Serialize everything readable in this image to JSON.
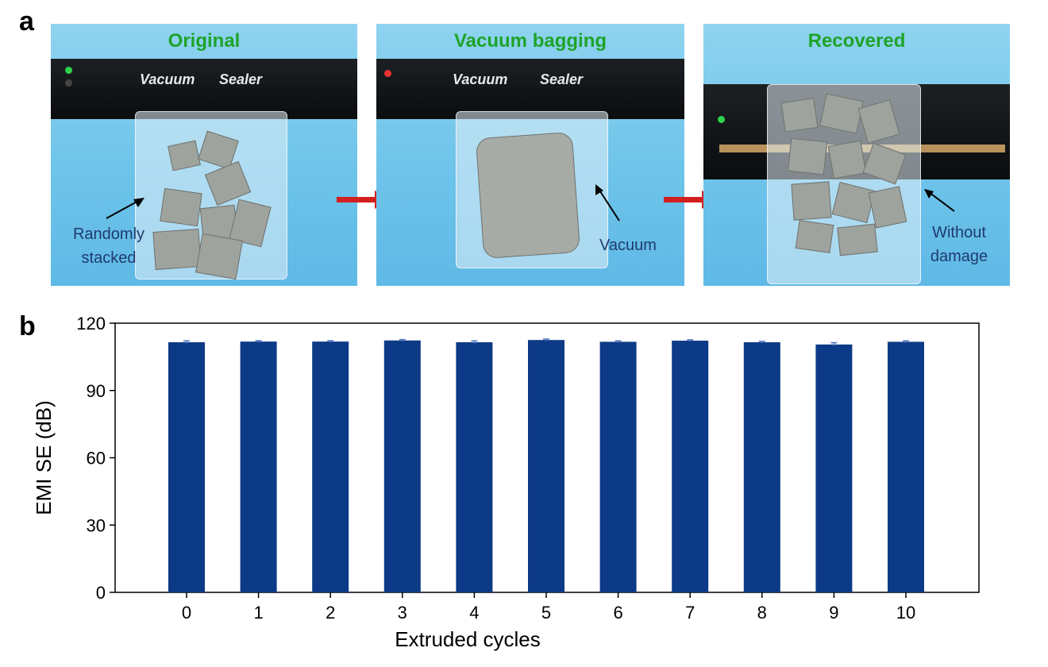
{
  "panel_a": {
    "letter": "a",
    "photos": [
      {
        "title": "Original",
        "brand_left": "Vacuum",
        "brand_right": "Sealer",
        "annotation_lines": [
          "Randomly",
          "stacked"
        ]
      },
      {
        "title": "Vacuum bagging",
        "brand_left": "Vacuum",
        "brand_right": "Sealer",
        "annotation_lines": [
          "Vacuum"
        ]
      },
      {
        "title": "Recovered",
        "annotation_lines": [
          "Without",
          "damage"
        ]
      }
    ],
    "colors": {
      "title_green": "#1fa32a",
      "arrow_red": "#d31f1f",
      "annotation_blue": "#1f3a6e",
      "background_blue": "#6ec4ea"
    }
  },
  "panel_b": {
    "letter": "b"
  },
  "chart_data": {
    "type": "bar",
    "categories": [
      "0",
      "1",
      "2",
      "3",
      "4",
      "5",
      "6",
      "7",
      "8",
      "9",
      "10"
    ],
    "values": [
      111.5,
      111.8,
      111.8,
      112.3,
      111.5,
      112.5,
      111.7,
      112.2,
      111.5,
      110.5,
      111.7
    ],
    "error": [
      0.6,
      0.4,
      0.4,
      0.4,
      0.6,
      0.4,
      0.4,
      0.4,
      0.4,
      0.8,
      0.4
    ],
    "xlabel": "Extruded cycles",
    "ylabel": "EMI SE (dB)",
    "ylim": [
      0,
      120
    ],
    "yticks": [
      0,
      30,
      60,
      90,
      120
    ],
    "bar_color": "#0d3a86",
    "grid": false,
    "legend": "none"
  }
}
